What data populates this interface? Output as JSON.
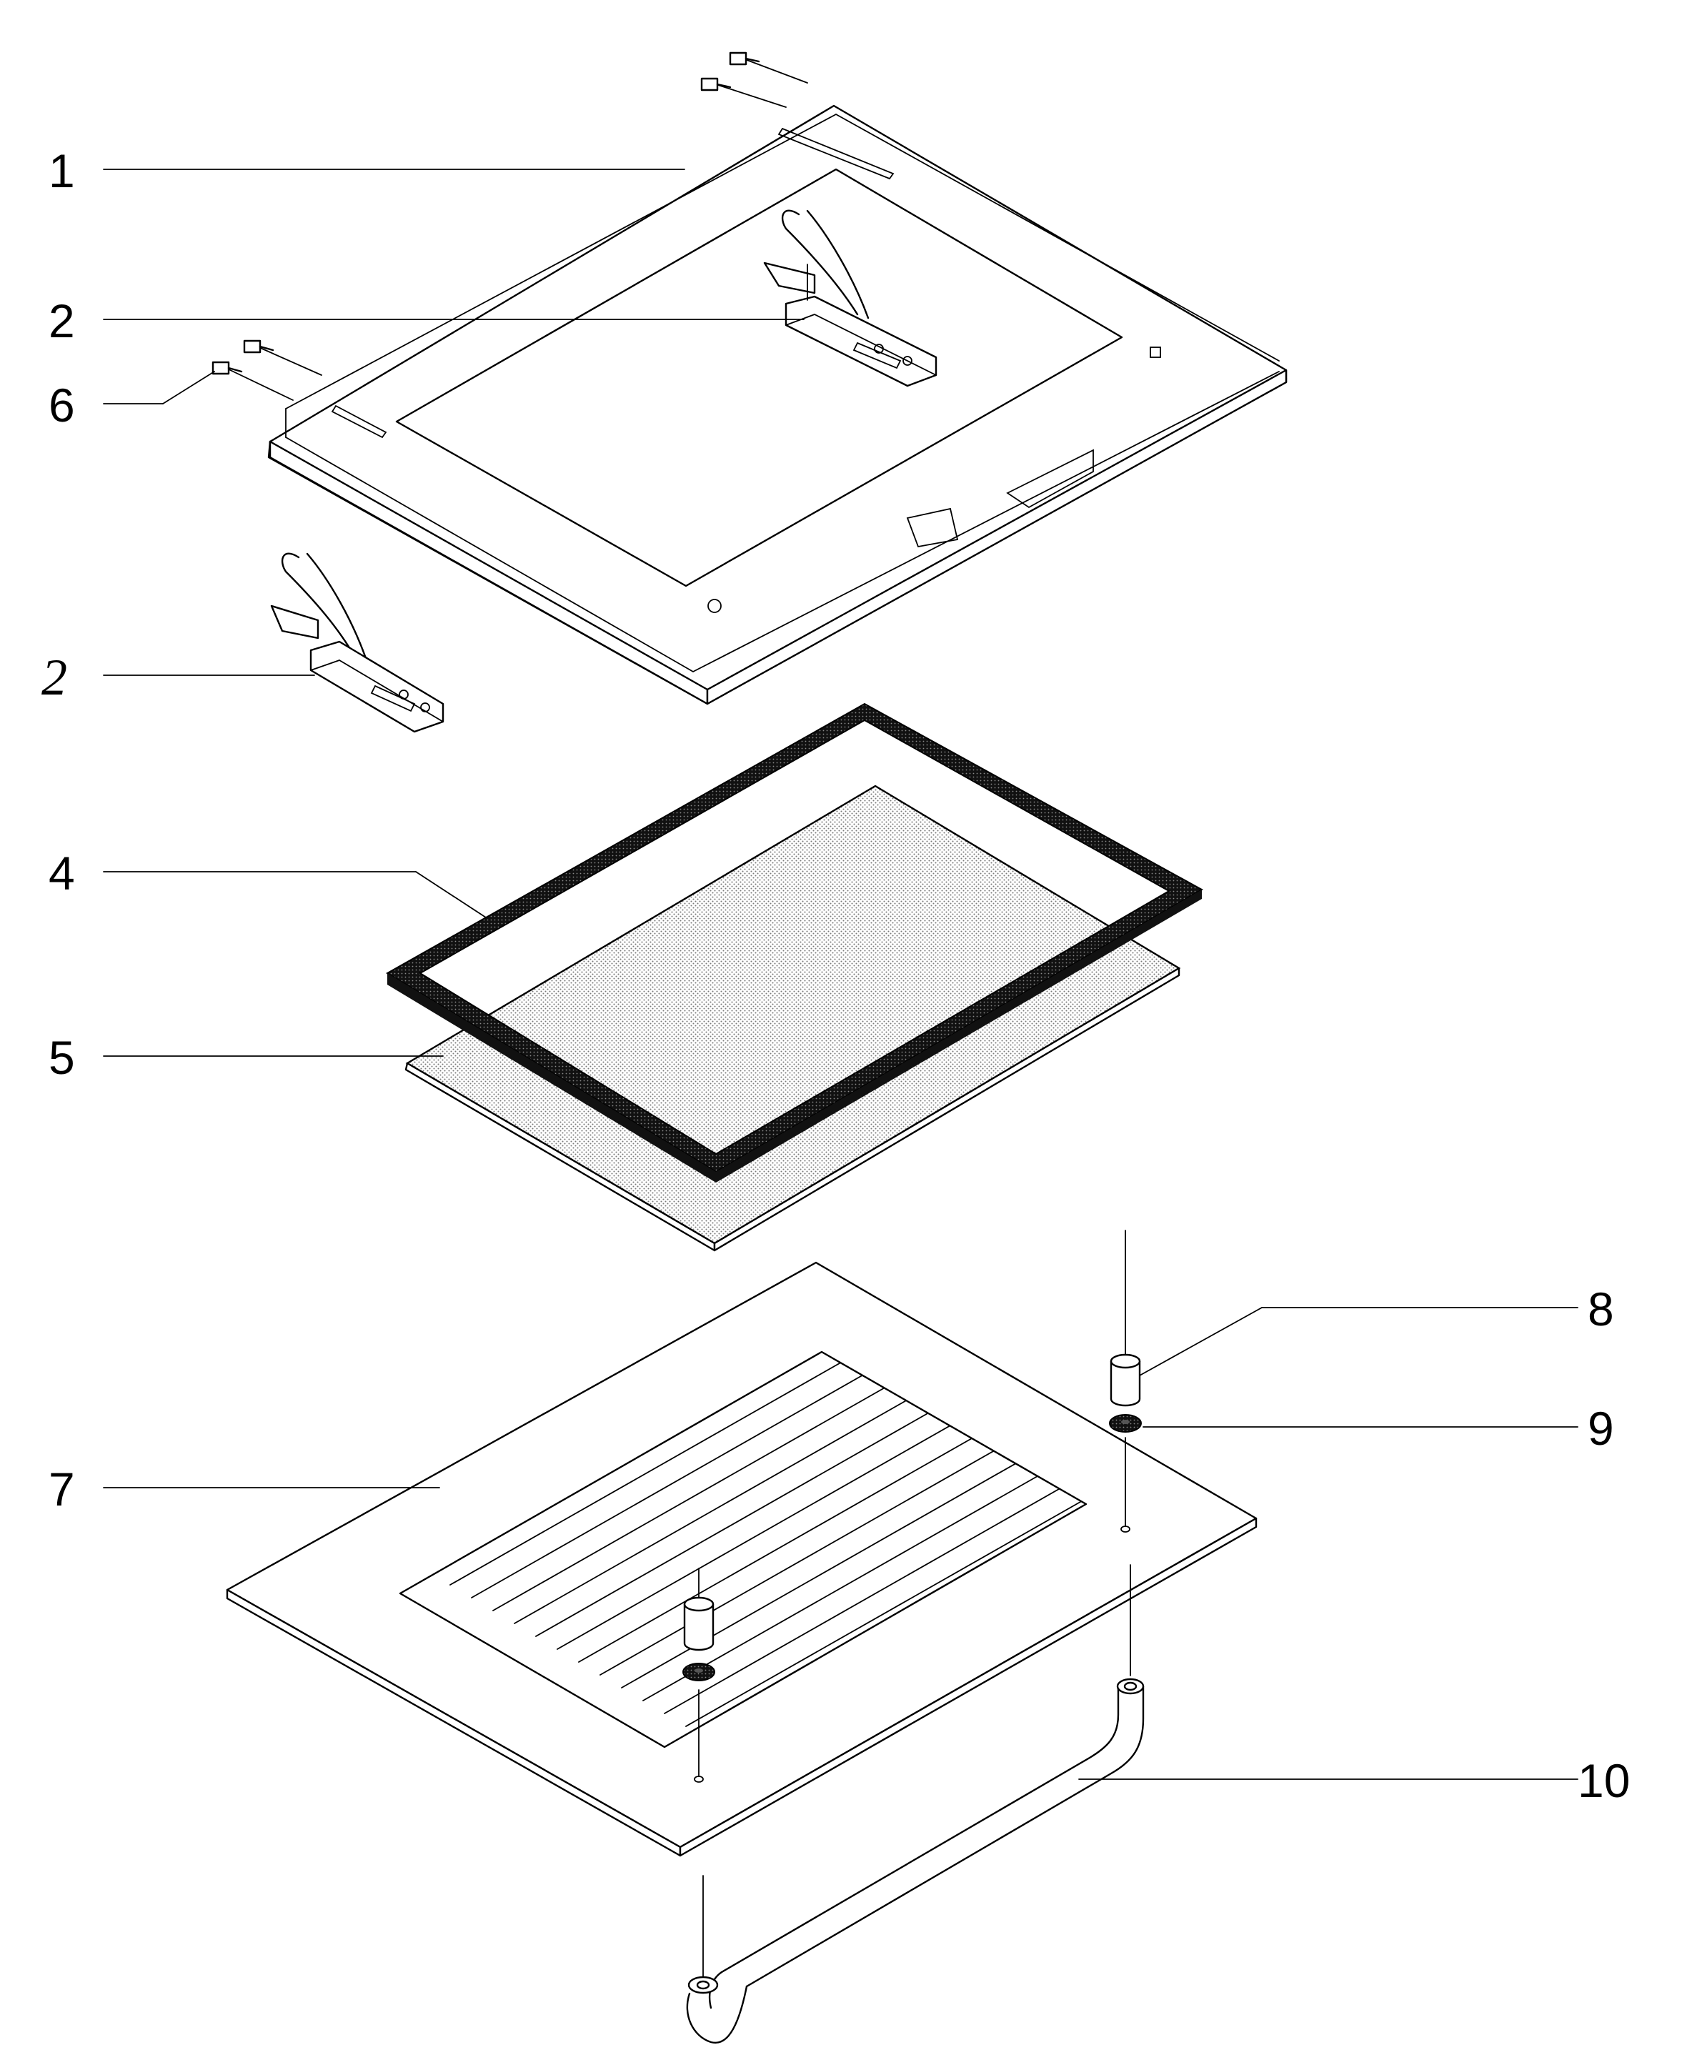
{
  "colors": {
    "ink": "#000000",
    "paper": "#ffffff",
    "glass": "#d4d4d4",
    "gasket": "#222222"
  },
  "callouts": [
    {
      "id": "1",
      "text": "1"
    },
    {
      "id": "2",
      "text": "2"
    },
    {
      "id": "6",
      "text": "6"
    },
    {
      "id": "2b",
      "text": "2"
    },
    {
      "id": "4",
      "text": "4"
    },
    {
      "id": "5",
      "text": "5"
    },
    {
      "id": "8",
      "text": "8"
    },
    {
      "id": "9",
      "text": "9"
    },
    {
      "id": "7",
      "text": "7"
    },
    {
      "id": "10",
      "text": "10"
    }
  ]
}
